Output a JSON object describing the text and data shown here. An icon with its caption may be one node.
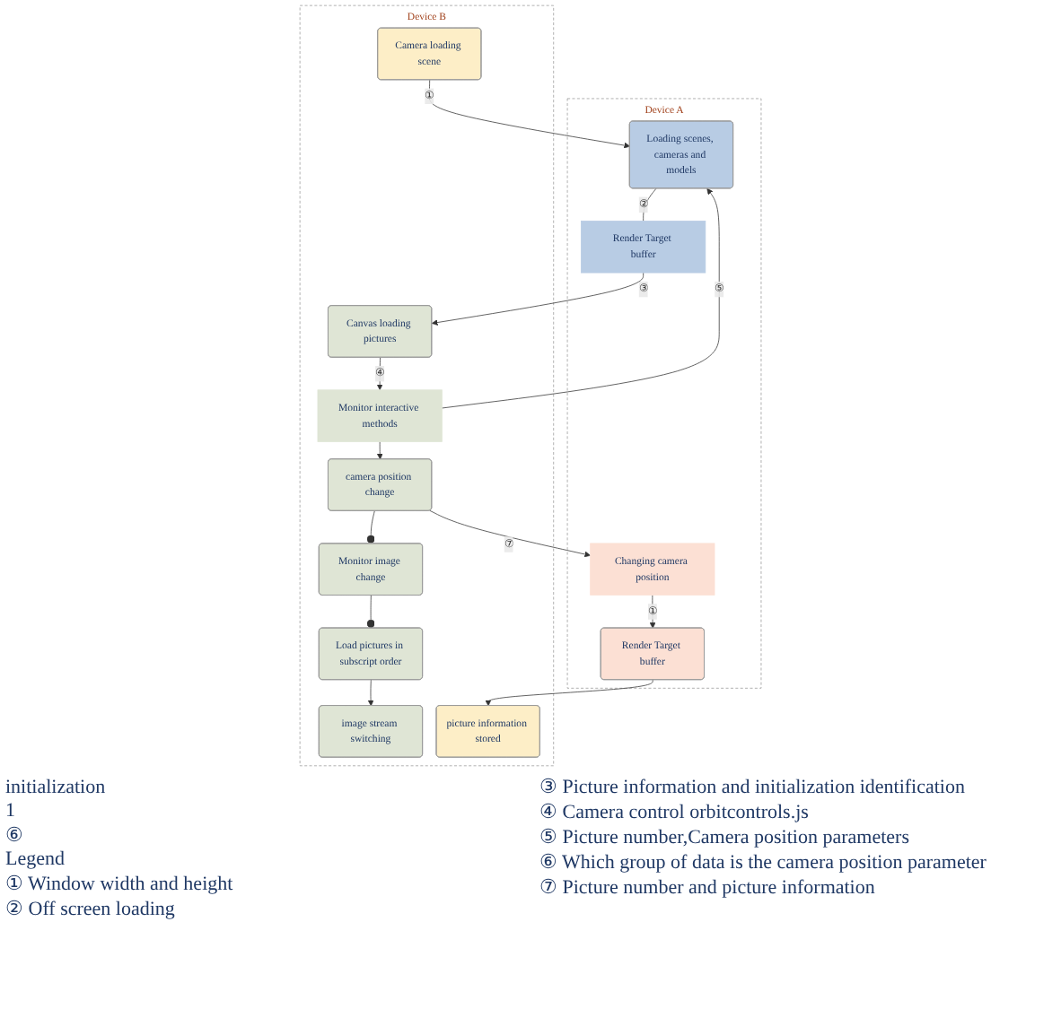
{
  "diagram": {
    "nodes": [
      {
        "text": [
          "Device A"
        ]
      },
      {
        "text": [
          "Loading scenes, cameras and models"
        ],
        "in": 0
      },
      {
        "text": [
          "Render Target buffer"
        ],
        "in": 0
      },
      {
        "text": [
          "Changing camera position"
        ],
        "in": 0
      },
      {
        "text": [
          "Render Target buffer"
        ],
        "in": 0
      },
      {
        "text": [
          "Device B"
        ]
      },
      {
        "text": [
          "Camera loading scene"
        ],
        "in": 5
      },
      {
        "text": [
          "Canvas loading pictures"
        ],
        "in": 5
      },
      {
        "text": [
          "Monitor interactive methods"
        ],
        "in": 5
      },
      {
        "text": [
          "camera position change"
        ],
        "in": 5
      },
      {
        "text": [
          "Monitor image change"
        ],
        "in": 5
      },
      {
        "text": [
          "Load pictures in subscript order"
        ],
        "in": 5
      },
      {
        "text": [
          "image stream switching"
        ],
        "in": 5
      },
      {
        "text": [
          "picture information stored"
        ],
        "in": 5
      }
    ],
    "edges": [
      {
        "from": 6,
        "to": 1,
        "arrow": "to",
        "label": "①"
      },
      {
        "from": 1,
        "to": 2,
        "arrow": "none",
        "label": "②"
      },
      {
        "from": 2,
        "to": 7,
        "arrow": "to",
        "label": "③"
      },
      {
        "from": 7,
        "to": 8,
        "arrow": "to",
        "label": "④"
      },
      {
        "from": 8,
        "to": 1,
        "arrow": "to",
        "label": "⑤"
      },
      {
        "from": 8,
        "to": 9,
        "arrow": "to"
      },
      {
        "from": 9,
        "to": 3,
        "arrow": "to",
        "label": "⑦"
      },
      {
        "from": 3,
        "to": 4,
        "arrow": "to",
        "label": "①"
      },
      {
        "from": 4,
        "to": 13,
        "arrow": "to"
      },
      {
        "from": 9,
        "to": 10,
        "arrow": "other"
      },
      {
        "from": 10,
        "to": 11,
        "arrow": "other"
      },
      {
        "from": 11,
        "to": 12,
        "arrow": "to"
      }
    ],
    "labels": [
      "initialization",
      "1",
      "⑥",
      "Legend",
      "① Window width and height",
      "② Off screen loading",
      "③ Picture information and initialization identification",
      "④ Camera control orbitcontrols.js",
      "⑤ Picture number,Camera position parameters",
      "⑥ Which group of data is the camera position parameter",
      "⑦ Picture number and picture information"
    ]
  }
}
